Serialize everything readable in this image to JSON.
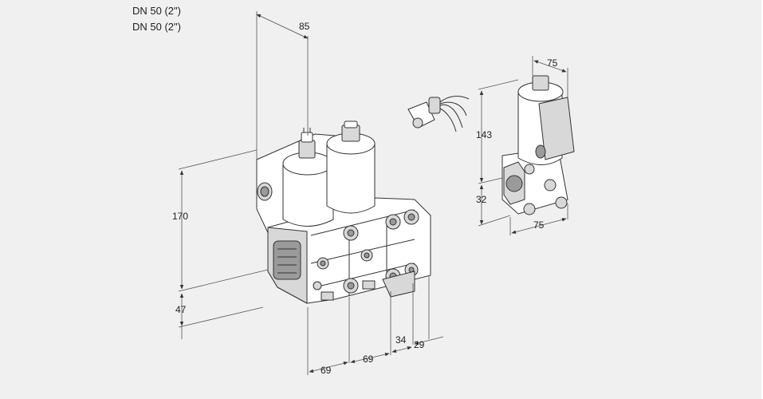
{
  "captions": {
    "line1": "DN 50 (2\")",
    "line2": "DN 50 (2\")"
  },
  "dimensions": {
    "top_width": "85",
    "height_total": "170",
    "height_lower": "47",
    "bottom_a": "69",
    "bottom_b": "69",
    "bottom_c": "34",
    "bottom_d": "29",
    "side_top_width": "75",
    "side_height": "143",
    "side_lower": "32",
    "side_bottom_width": "75"
  },
  "colors": {
    "background": "#f0f0f0",
    "line": "#333333",
    "fill_light": "#ffffff",
    "fill_mid": "#d8d8d8",
    "fill_dark": "#9a9a9a"
  }
}
